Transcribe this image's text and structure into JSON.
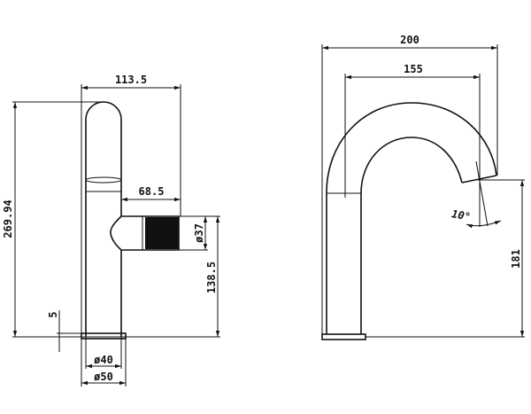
{
  "side_view": {
    "width_total": "113.5",
    "height_total": "269.94",
    "handle_length": "68.5",
    "handle_diameter": "ø37",
    "handle_height": "138.5",
    "base_thickness": "5",
    "body_diameter": "ø40",
    "base_diameter": "ø50"
  },
  "front_view": {
    "width_total": "200",
    "spout_reach": "155",
    "spout_height": "181",
    "spout_angle": "10°"
  }
}
